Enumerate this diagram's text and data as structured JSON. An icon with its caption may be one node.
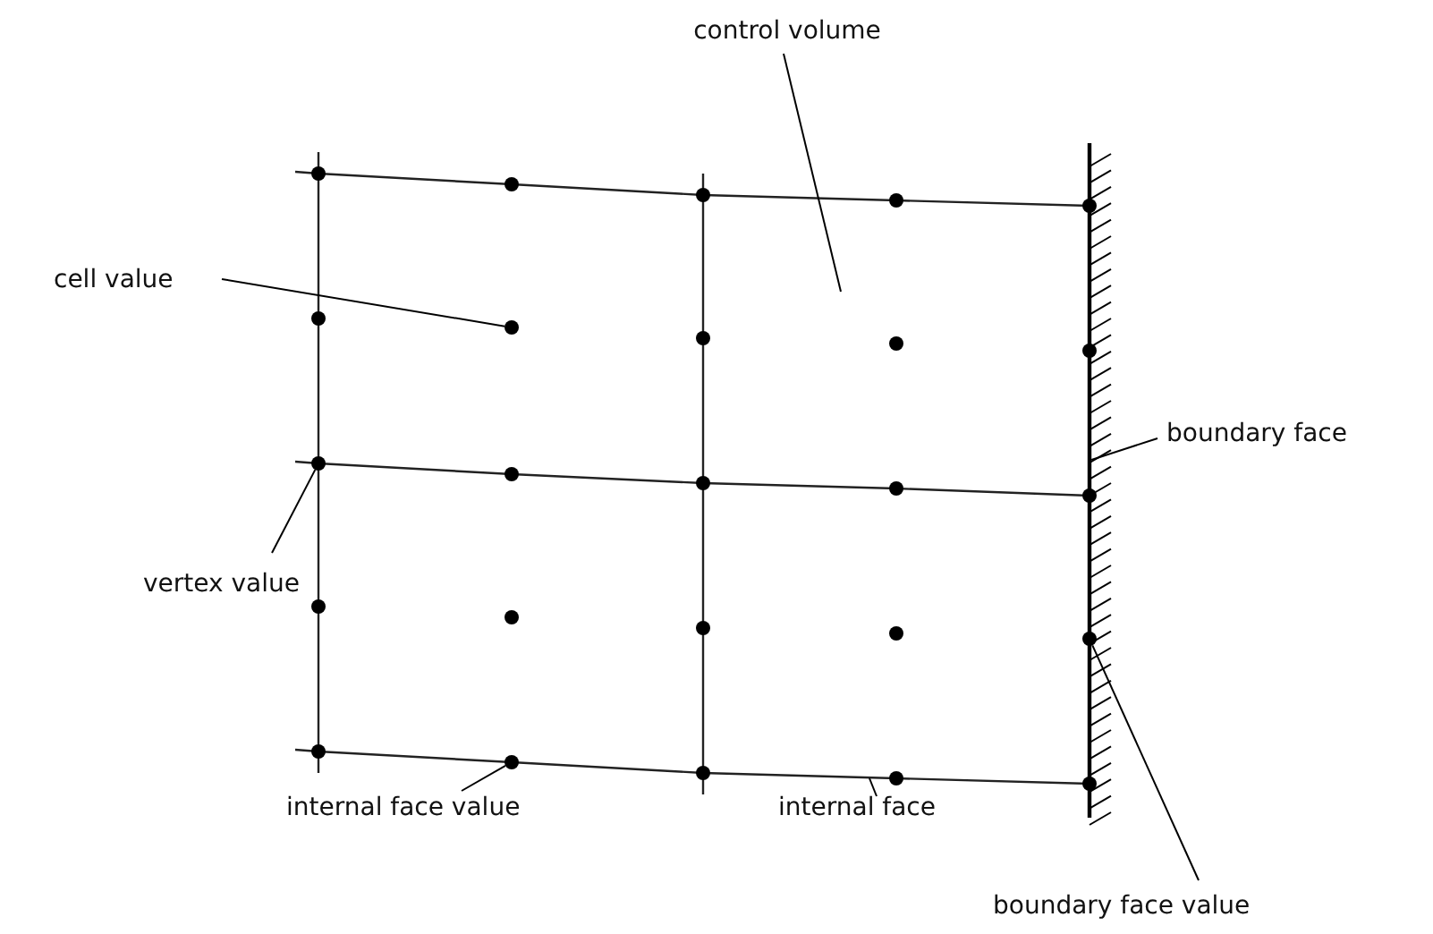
{
  "diagram": {
    "nodes": [
      {
        "text": [
          "control volume"
        ]
      },
      {
        "text": [
          "cell value"
        ]
      },
      {
        "text": [
          "boundary face"
        ]
      },
      {
        "text": [
          "vertex value"
        ]
      },
      {
        "text": [
          "internal face value"
        ]
      },
      {
        "text": [
          "internal face"
        ]
      },
      {
        "text": [
          "boundary face value"
        ]
      },
      {
        "text": [],
        "shape": "circle"
      },
      {
        "text": [],
        "shape": "circle"
      },
      {
        "text": [],
        "shape": "circle"
      },
      {
        "text": [],
        "shape": "circle"
      },
      {
        "text": [],
        "shape": "bar"
      }
    ],
    "edges": [
      {
        "from": 0,
        "to": null,
        "arrow": "none"
      },
      {
        "from": 1,
        "to": 7,
        "arrow": "none"
      },
      {
        "from": 2,
        "to": 11,
        "arrow": "none"
      },
      {
        "from": 3,
        "to": 8,
        "arrow": "none"
      },
      {
        "from": 4,
        "to": 9,
        "arrow": "none"
      },
      {
        "from": 5,
        "to": null,
        "arrow": "none"
      },
      {
        "from": 6,
        "to": 10,
        "arrow": "none"
      }
    ]
  }
}
